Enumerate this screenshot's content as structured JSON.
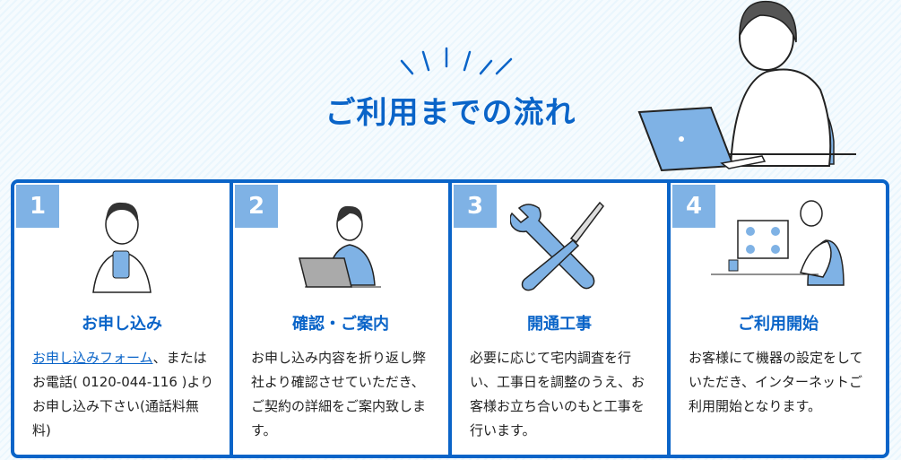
{
  "title": "ご利用までの流れ",
  "steps": [
    {
      "num": "1",
      "title": "お申し込み",
      "link": "お申し込みフォーム",
      "body": "、またはお電話( 0120-044-116 )よりお申し込み下さい(通話料無料)"
    },
    {
      "num": "2",
      "title": "確認・ご案内",
      "body": "お申し込み内容を折り返し弊社より確認させていただき、ご契約の詳細をご案内致します。"
    },
    {
      "num": "3",
      "title": "開通工事",
      "body": "必要に応じて宅内調査を行い、工事日を調整のうえ、お客様お立ち合いのもと工事を行います。"
    },
    {
      "num": "4",
      "title": "ご利用開始",
      "body": "お客様にて機器の設定をしていただき、インターネットご利用開始となります。"
    }
  ],
  "colors": {
    "accent": "#0a64c8",
    "badge": "#7fb2e5"
  }
}
